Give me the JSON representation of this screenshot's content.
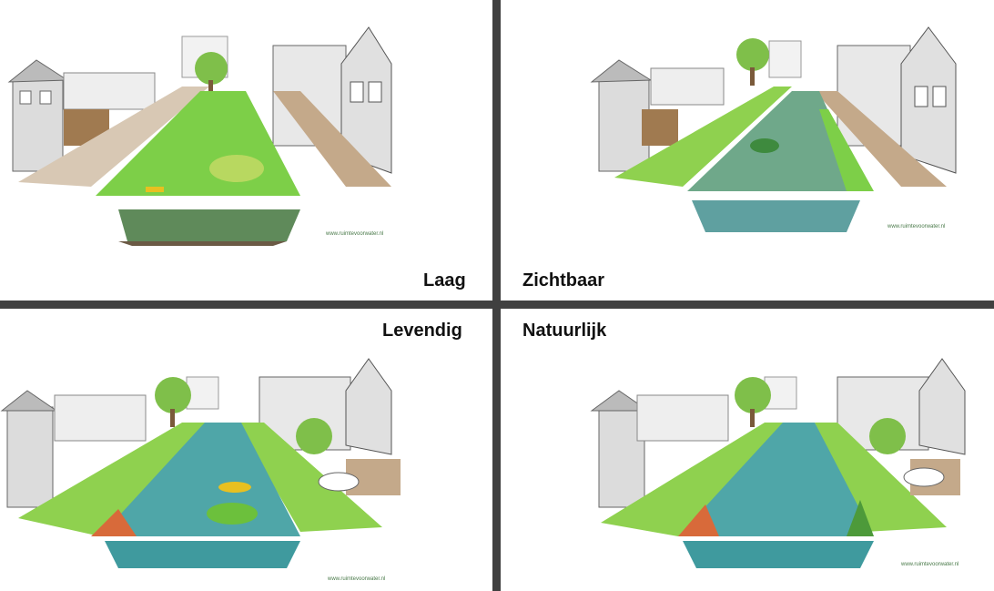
{
  "panels": [
    {
      "label": "Laag",
      "credit": "www.ruimtevoorwater.nl"
    },
    {
      "label": "Zichtbaar",
      "credit": "www.ruimtevoorwater.nl"
    },
    {
      "label": "Levendig",
      "credit": "www.ruimtevoorwater.nl"
    },
    {
      "label": "Natuurlijk",
      "credit": "www.ruimtevoorwater.nl"
    }
  ],
  "colors": {
    "divider": "#404040",
    "grass": "#8fd14f",
    "water_low": "#5f8a5a",
    "water_clear": "#4fa6a8",
    "road": "#c4a98a"
  }
}
